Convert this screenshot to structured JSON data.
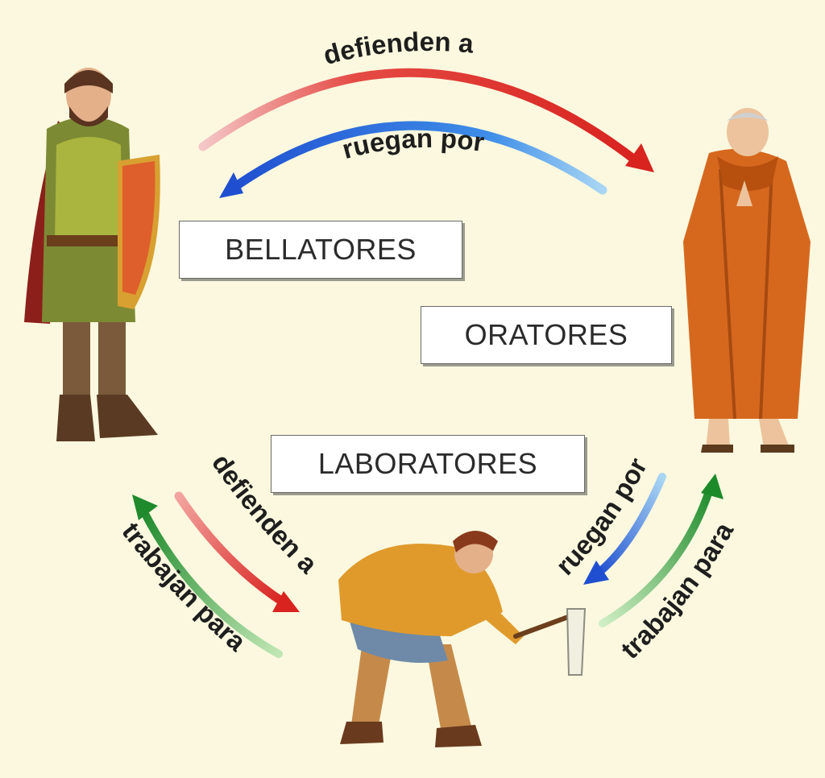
{
  "groups": {
    "bellatores": "BELLATORES",
    "oratores": "ORATORES",
    "laboratores": "LABORATORES"
  },
  "relations": {
    "top_red": "defienden a",
    "top_blue": "ruegan por",
    "left_red": "defienden a",
    "left_green": "trabajan para",
    "right_blue": "ruegan por",
    "right_green": "trabajan para"
  },
  "figures": {
    "knight": "knight-figure",
    "monk": "monk-figure",
    "peasant": "peasant-figure"
  },
  "colors": {
    "background": "#fbf8df",
    "defend_arrow": "#e0302a",
    "pray_arrow": "#2a6fd6",
    "work_arrow": "#2e8a36"
  }
}
